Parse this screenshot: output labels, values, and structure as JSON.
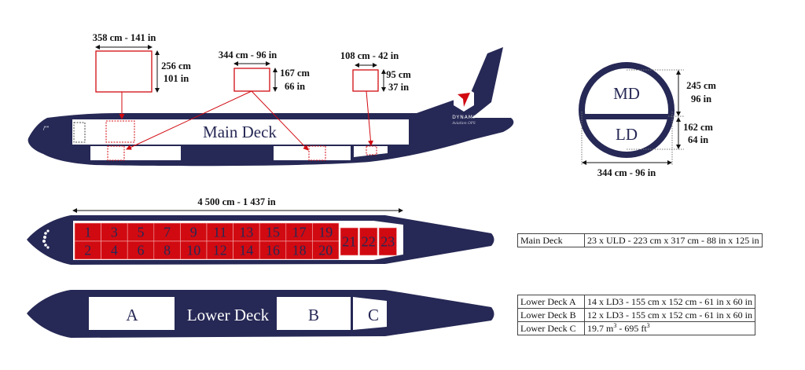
{
  "colors": {
    "fuselage": "#262855",
    "uld": "#d10a11",
    "annotation": "#d10a11"
  },
  "side_view": {
    "main_deck_label": "Main Deck",
    "box1": {
      "width_label": "358 cm - 141 in",
      "height_cm": "256 cm",
      "height_in": "101 in"
    },
    "box2": {
      "width_label": "344 cm - 96 in",
      "height_cm": "167 cm",
      "height_in": "66 in"
    },
    "box3": {
      "width_label": "108 cm - 42 in",
      "height_cm": "95 cm",
      "height_in": "37 in"
    },
    "logo": {
      "name": "DYNAMI",
      "tagline": "Aviation OPS"
    }
  },
  "cross_section": {
    "upper_label": "MD",
    "lower_label": "LD",
    "upper_height_cm": "245 cm",
    "upper_height_in": "96 in",
    "lower_height_cm": "162 cm",
    "lower_height_in": "64 in",
    "width_label": "344 cm - 96 in"
  },
  "top_view": {
    "length_label": "4 500 cm - 1 437 in",
    "positions_top": [
      "1",
      "3",
      "5",
      "7",
      "9",
      "11",
      "13",
      "15",
      "17",
      "19"
    ],
    "positions_bottom": [
      "2",
      "4",
      "6",
      "8",
      "10",
      "12",
      "14",
      "16",
      "18",
      "20"
    ],
    "positions_tail": [
      "21",
      "22",
      "23"
    ]
  },
  "lower_view": {
    "label": "Lower Deck",
    "holds": [
      "A",
      "B",
      "C"
    ]
  },
  "main_table": {
    "rows": [
      {
        "name": "Main Deck",
        "spec": "23 x ULD - 223 cm x 317 cm - 88 in x 125 in"
      }
    ]
  },
  "lower_table": {
    "rows": [
      {
        "name": "Lower Deck A",
        "spec": "14 x LD3 - 155 cm x 152 cm - 61 in x 60 in"
      },
      {
        "name": "Lower Deck B",
        "spec": "12 x LD3 - 155 cm x 152 cm - 61 in x 60 in"
      },
      {
        "name": "Lower Deck C",
        "spec_a": "19.7 m",
        "spec_sup1": "3",
        "spec_b": " - 695 ft",
        "spec_sup2": "3"
      }
    ]
  }
}
